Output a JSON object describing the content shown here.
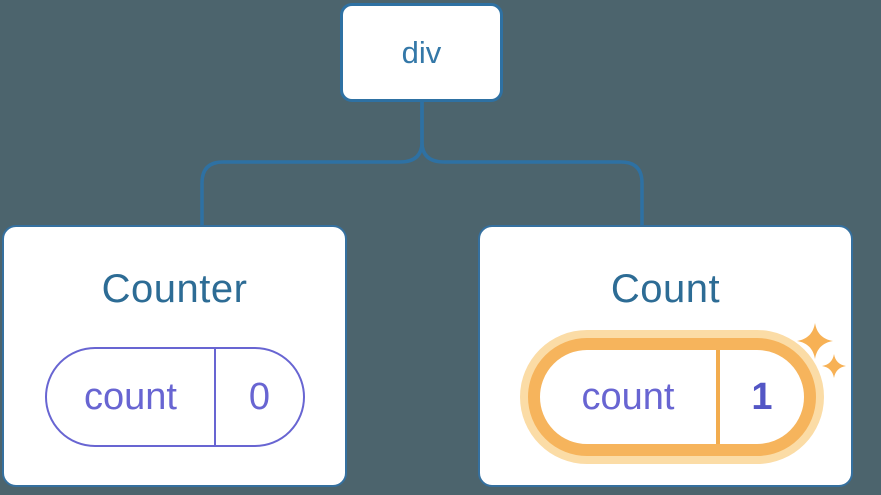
{
  "diagram": {
    "description": "React component tree showing state update",
    "root_node": {
      "label": "div"
    },
    "children": [
      {
        "title": "Counter",
        "state": {
          "key": "count",
          "value": "0",
          "highlighted": false
        }
      },
      {
        "title": "Count",
        "state": {
          "key": "count",
          "value": "1",
          "highlighted": true
        }
      }
    ]
  },
  "colors": {
    "background": "#4C646D",
    "line_blue": "#2E71A3",
    "card_border_blue": "#35709F",
    "node_text_blue": "#3478A8",
    "title_blue": "#2D6C95",
    "state_purple": "#6865D2",
    "value_indigo": "#5356C5",
    "highlight_orange": "#F6B45C",
    "highlight_glow": "#FBDCA6",
    "sparkle_orange": "#F7B155"
  },
  "icons": {
    "sparkle": "sparkle-star"
  }
}
